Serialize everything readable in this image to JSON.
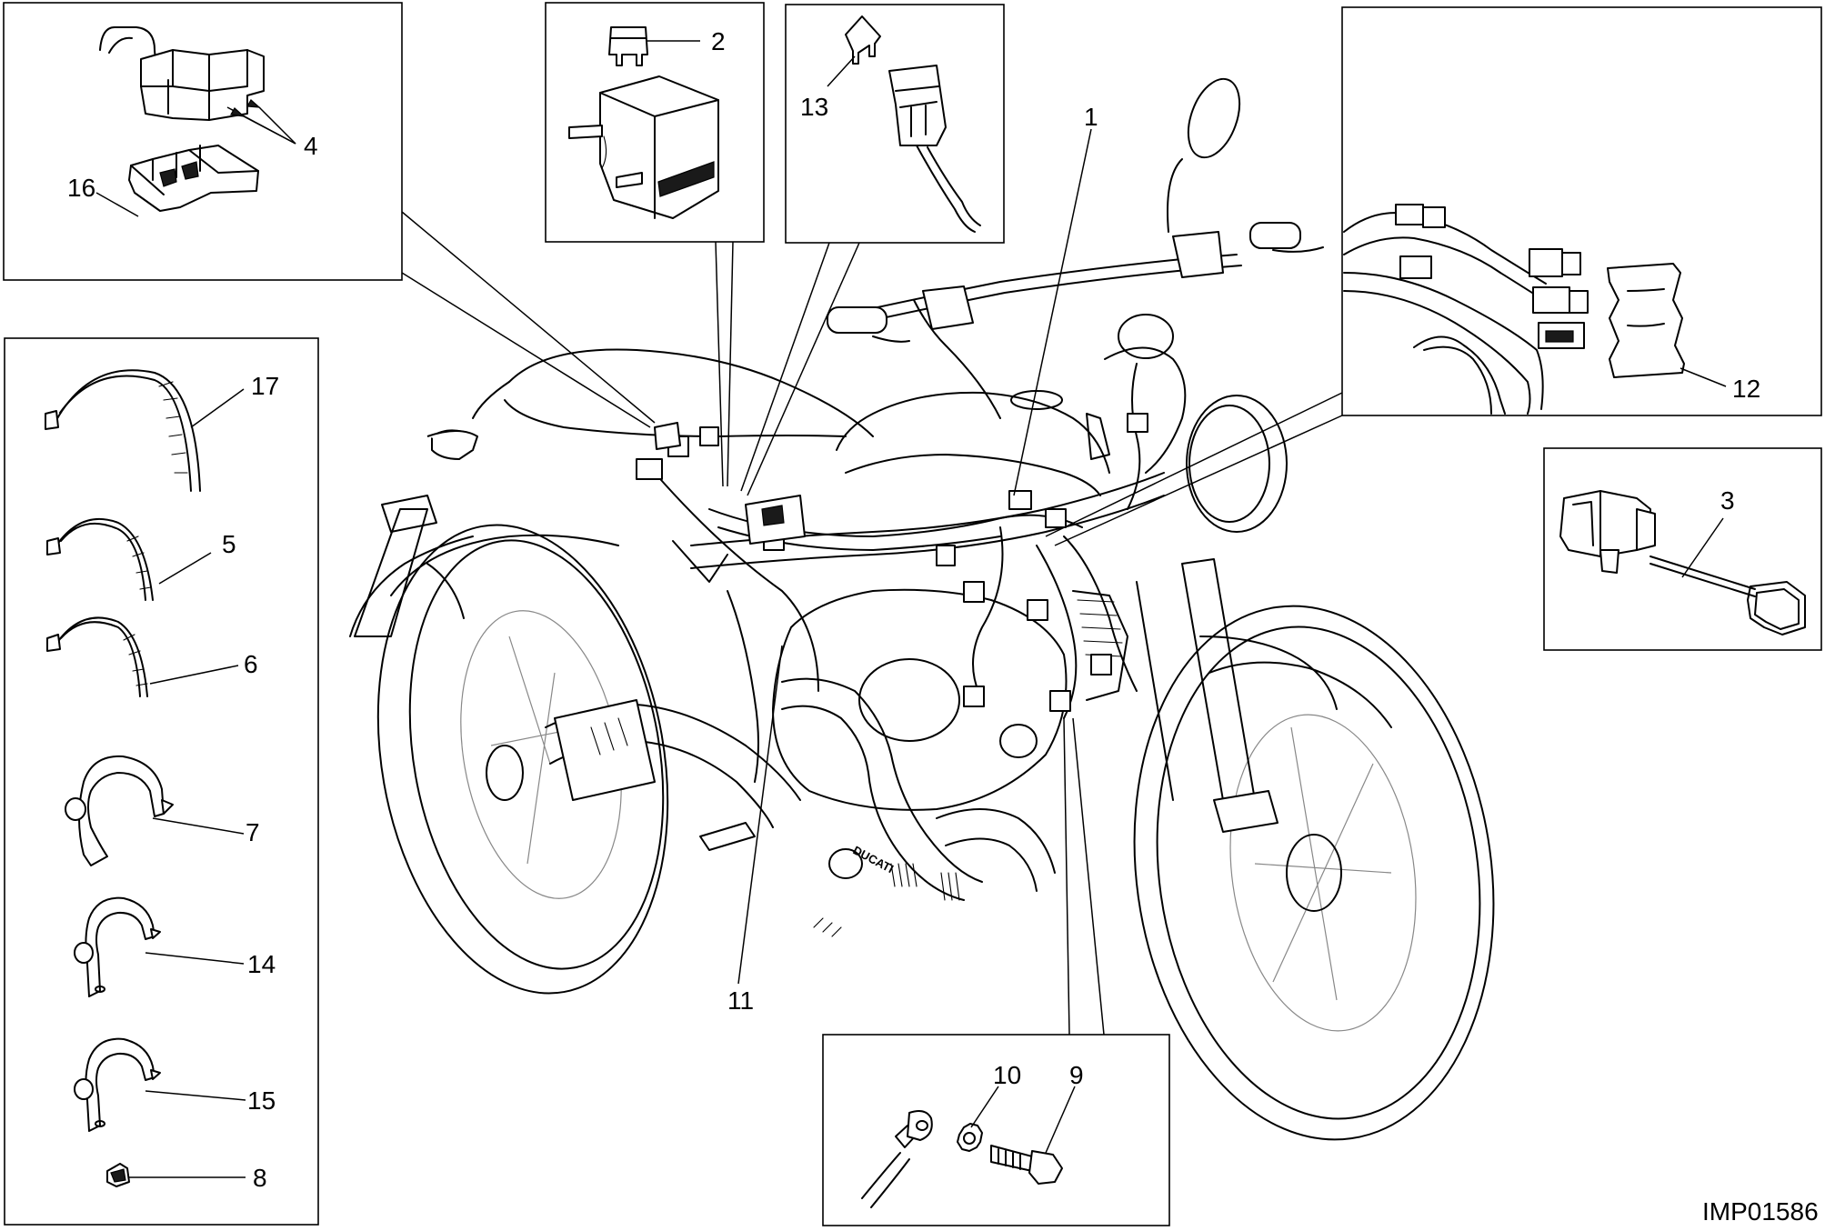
{
  "drawing_code": "IMP01586",
  "engine_brand": "DUCATI",
  "callouts": {
    "c1": "1",
    "c2": "2",
    "c3": "3",
    "c4": "4",
    "c5": "5",
    "c6": "6",
    "c7": "7",
    "c8": "8",
    "c9": "9",
    "c10": "10",
    "c11": "11",
    "c12": "12",
    "c13": "13",
    "c14": "14",
    "c15": "15",
    "c16": "16",
    "c17": "17"
  }
}
